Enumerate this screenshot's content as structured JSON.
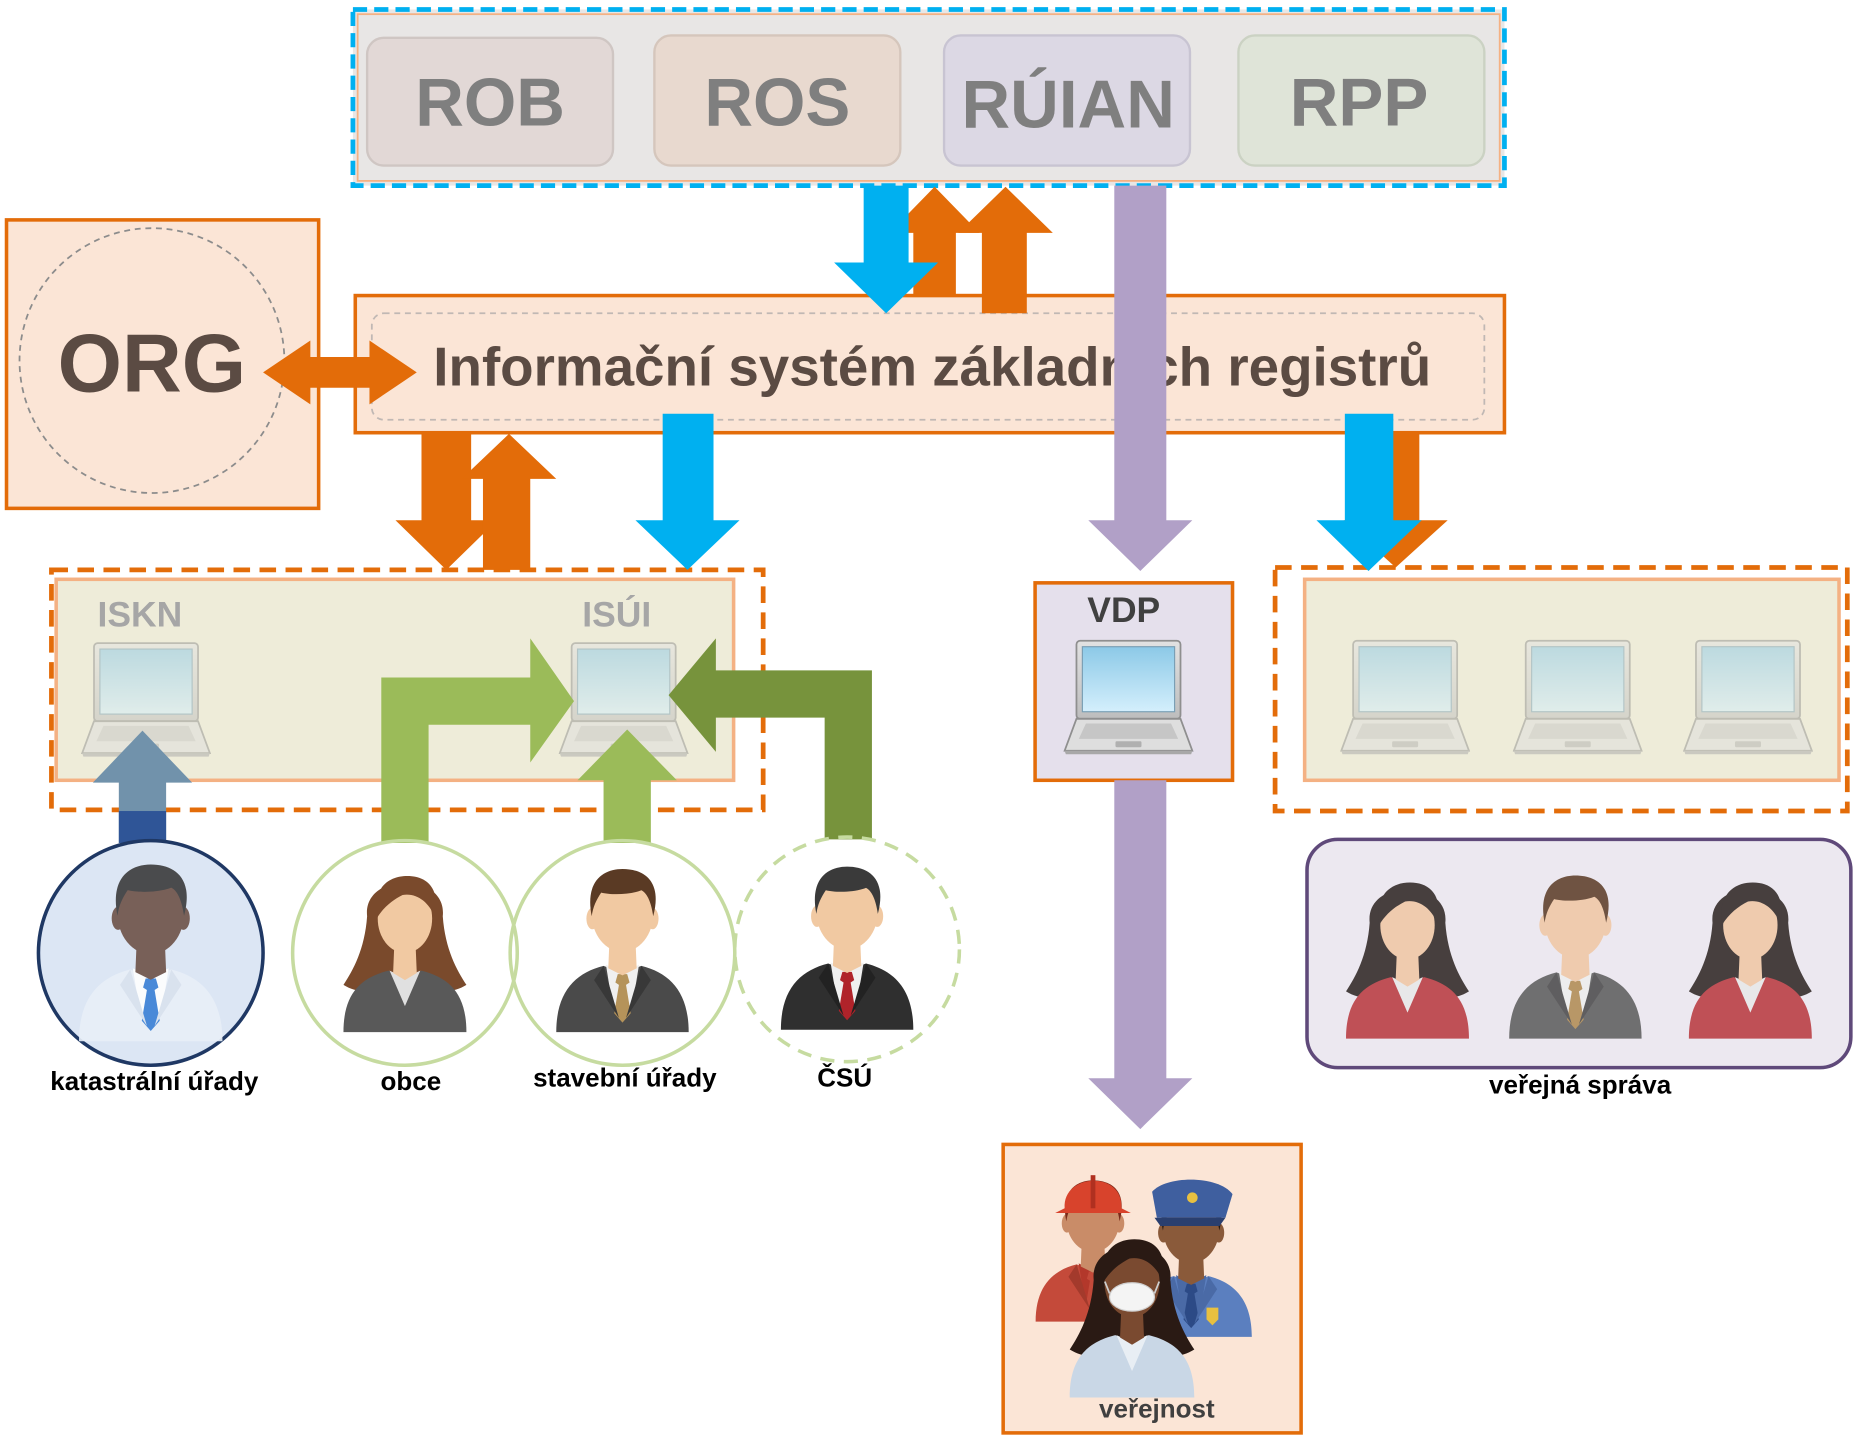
{
  "registers": {
    "rob": "ROB",
    "ros": "ROS",
    "ruian": "RÚIAN",
    "rpp": "RPP"
  },
  "org": {
    "label": "ORG"
  },
  "iszr": {
    "label": "Informační systém základních registrů"
  },
  "agenda_systems": {
    "iskn": "ISKN",
    "isui": "ISÚI"
  },
  "vdp": {
    "label": "VDP"
  },
  "actors": {
    "katastralni_urady": "katastrální úřady",
    "obce": "obce",
    "stavebni_urady": "stavební úřady",
    "csu": "ČSÚ"
  },
  "public_administration": {
    "label": "veřejná správa"
  },
  "public": {
    "label": "veřejnost"
  },
  "icons": {
    "workstation": "laptop-icon",
    "official": "person-icon",
    "public": "people-group-icon"
  },
  "colors": {
    "orange": "#e36c09",
    "blue": "#00b0f0",
    "purple": "#b1a0c7",
    "green_light": "#9bbb59",
    "green_dark": "#77933c",
    "navy": "#2f5597"
  }
}
